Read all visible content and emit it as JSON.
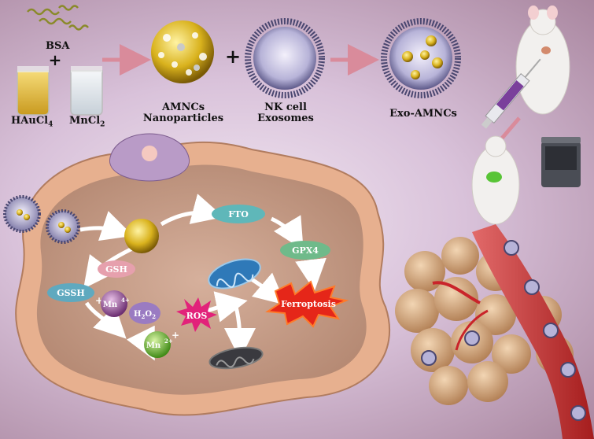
{
  "top": {
    "bsa": "BSA",
    "plus1": "+",
    "haucl4_main": "HAuCl",
    "haucl4_sub": "4",
    "mncl2_main": "MnCl",
    "mncl2_sub": "2",
    "amncs_line1": "AMNCs",
    "amncs_line2": "Nanoparticles",
    "plus2": "+",
    "nk_line1": "NK cell",
    "nk_line2": "Exosomes",
    "exo": "Exo-AMNCs"
  },
  "cell": {
    "fto": "FTO",
    "gpx4": "GPX4",
    "gsh": "GSH",
    "gssh": "GSSH",
    "plus": "+",
    "mn_top": "Mn",
    "mn_top_sup": "4+",
    "h2o2_main": "H",
    "h2o2_sub1": "2",
    "h2o2_mid": "O",
    "h2o2_sub2": "2",
    "ros": "ROS",
    "mn_bottom": "Mn",
    "mn_bottom_sup": "2+",
    "ferroptosis": "Ferroptosis"
  },
  "colors": {
    "arrow_pink": "#d98b9b",
    "cell_fill": "#c89a85",
    "membrane": "#e7b08f",
    "fto_pill": "#5fb7b9",
    "gpx4_pill": "#6fba8a",
    "gsh_pill": "#e6a0ad",
    "ros_star": "#e2227a",
    "ferro_star": "#e52619",
    "mn_purple": "#8d4a8f",
    "mn_green": "#6fbc3a",
    "tumor": "#d6a06e",
    "vessel": "#d43a3a"
  }
}
